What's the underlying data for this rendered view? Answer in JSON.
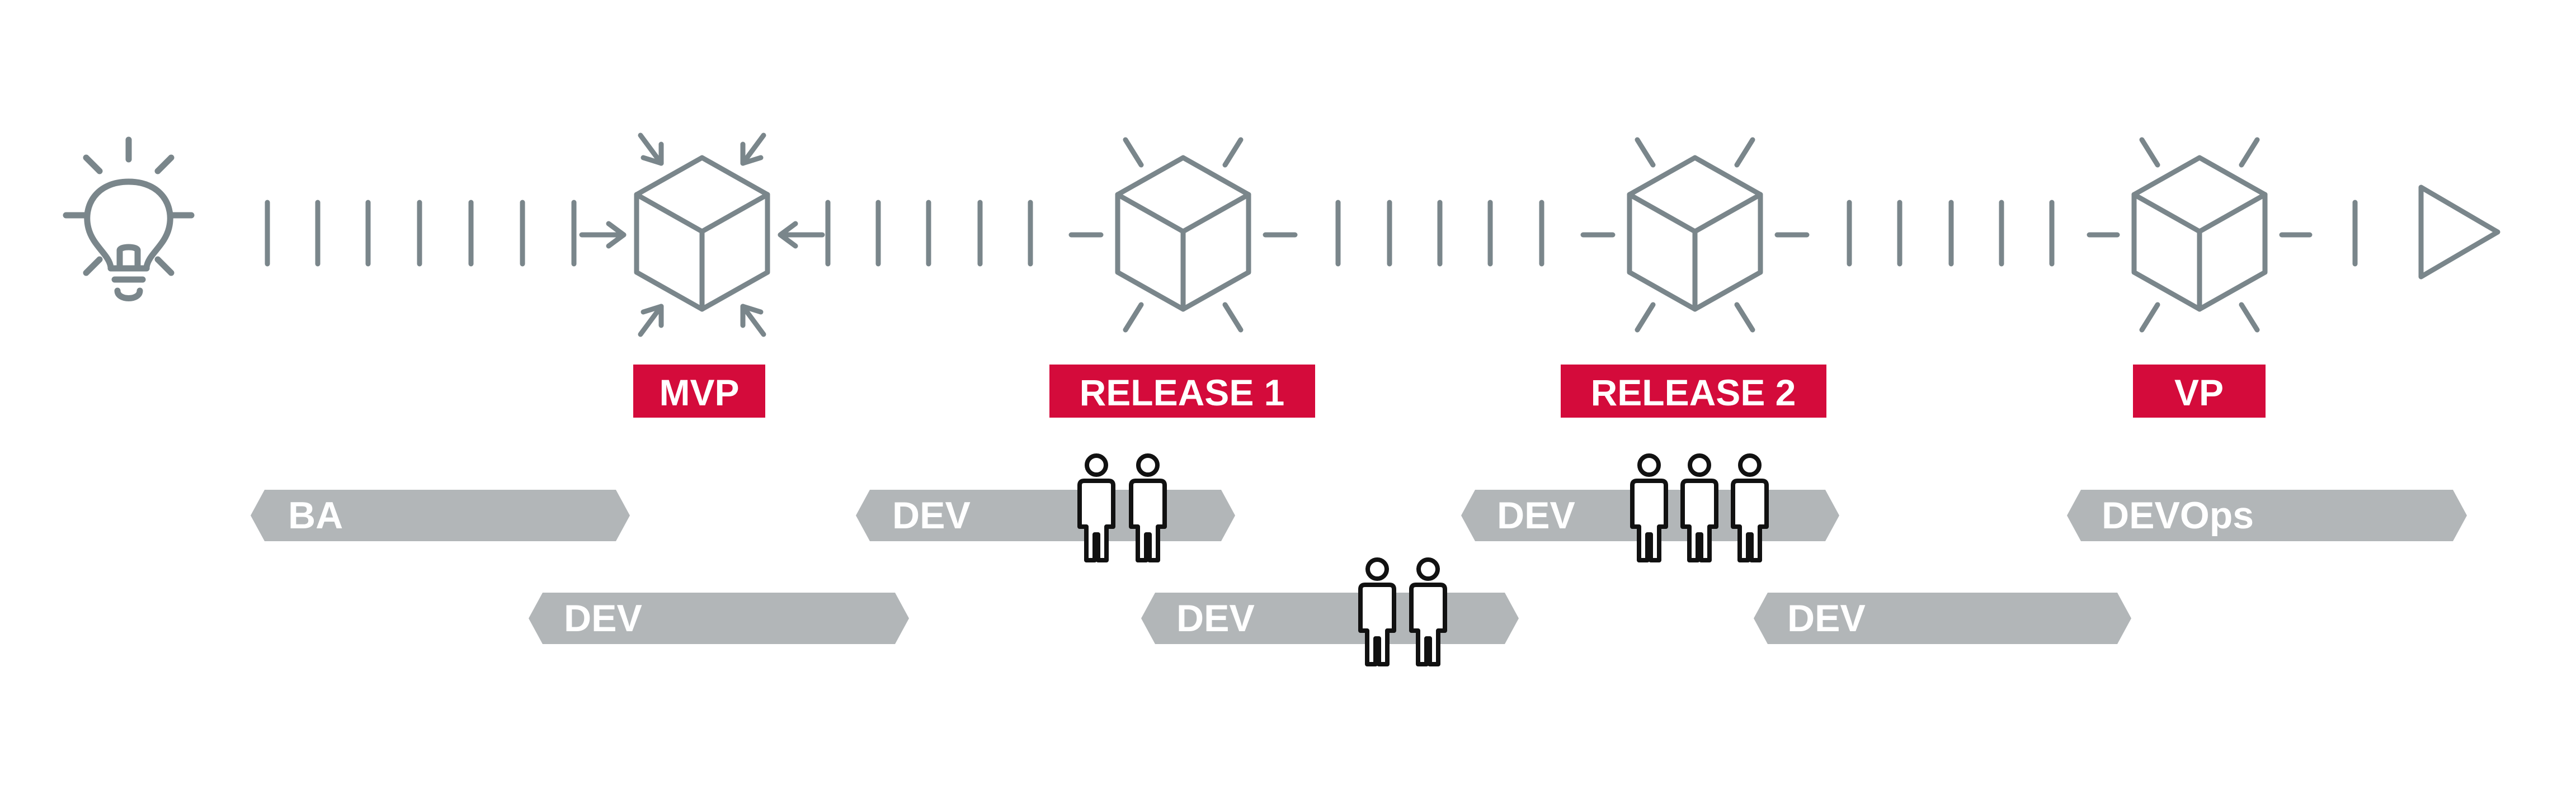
{
  "colors": {
    "line": "#7a868b",
    "milestone": "#d40b3b",
    "milestone_text": "#ffffff",
    "phase": "#b2b6b8",
    "phase_text": "#ffffff",
    "people": "#111111"
  },
  "icons": [
    "lightbulb-icon",
    "cube-icon",
    "arrow-icon",
    "play-triangle-icon",
    "person-icon"
  ],
  "milestones": [
    {
      "label": "MVP",
      "style": "converging"
    },
    {
      "label": "RELEASE 1",
      "style": "radiating"
    },
    {
      "label": "RELEASE 2",
      "style": "radiating"
    },
    {
      "label": "VP",
      "style": "radiating"
    }
  ],
  "phases": [
    {
      "label": "BA",
      "row": 1,
      "people": 0
    },
    {
      "label": "DEV",
      "row": 2,
      "people": 0
    },
    {
      "label": "DEV",
      "row": 1,
      "people": 2
    },
    {
      "label": "DEV",
      "row": 2,
      "people": 2
    },
    {
      "label": "DEV",
      "row": 1,
      "people": 3
    },
    {
      "label": "DEV",
      "row": 2,
      "people": 0
    },
    {
      "label": "DEVOps",
      "row": 1,
      "people": 0
    }
  ]
}
